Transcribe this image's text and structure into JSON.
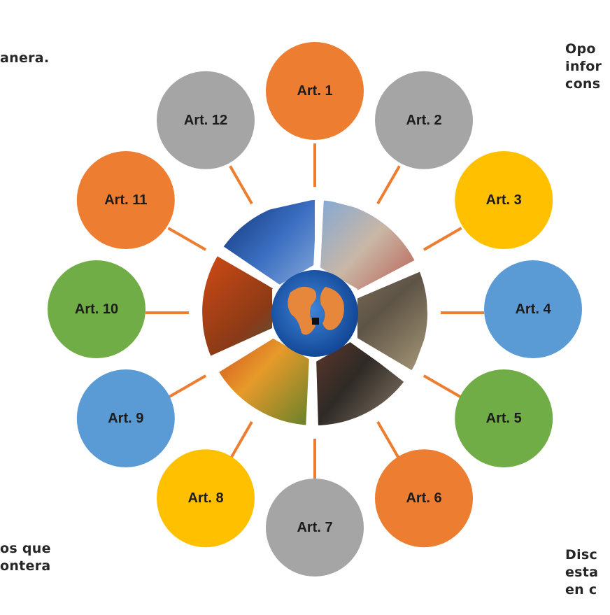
{
  "diagram": {
    "center_shape": "aperture-photo-collage",
    "connector_color": "#ED7D31",
    "articles": [
      {
        "label": "Art. 1",
        "color": "#ED7D31"
      },
      {
        "label": "Art. 2",
        "color": "#A5A5A5"
      },
      {
        "label": "Art. 3",
        "color": "#FFC000"
      },
      {
        "label": "Art. 4",
        "color": "#5B9BD5"
      },
      {
        "label": "Art. 5",
        "color": "#70AD47"
      },
      {
        "label": "Art. 6",
        "color": "#ED7D31"
      },
      {
        "label": "Art. 7",
        "color": "#A5A5A5"
      },
      {
        "label": "Art. 8",
        "color": "#FFC000"
      },
      {
        "label": "Art. 9",
        "color": "#5B9BD5"
      },
      {
        "label": "Art. 10",
        "color": "#70AD47"
      },
      {
        "label": "Art. 11",
        "color": "#ED7D31"
      },
      {
        "label": "Art. 12",
        "color": "#A5A5A5"
      }
    ]
  },
  "fragments": {
    "top_left": [
      "anera."
    ],
    "top_right": [
      "Opo",
      "infor",
      "cons"
    ],
    "bottom_left": [
      "os que",
      "ontera"
    ],
    "bottom_right": [
      "Disc",
      "esta",
      "en c"
    ]
  }
}
